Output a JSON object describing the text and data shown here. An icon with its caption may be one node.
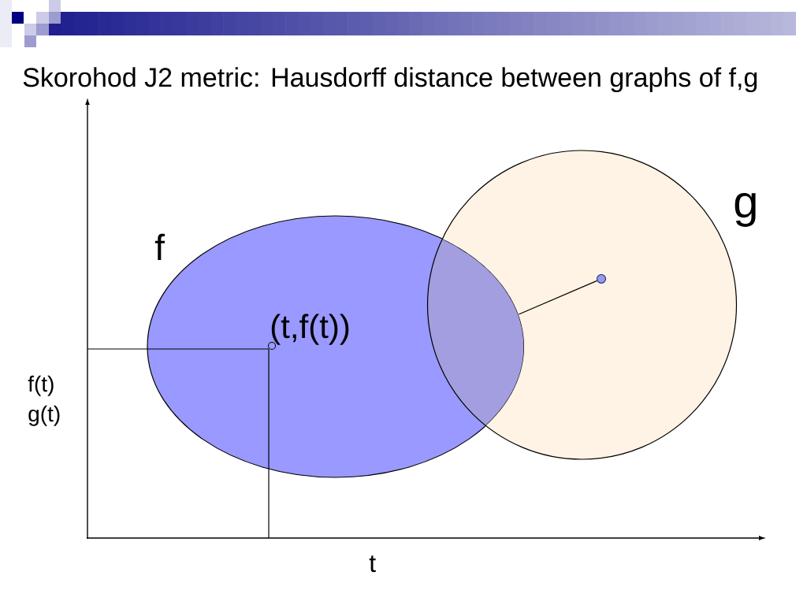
{
  "diagram": {
    "title": "Skorohod J2 metric: Hausdorff distance between graphs of f,g",
    "nodes": [
      {
        "text": [],
        "shape": "ellipse",
        "beside": [
          "f"
        ]
      },
      {
        "text": [],
        "shape": "circle",
        "beside": [
          "g"
        ]
      },
      {
        "text": [],
        "shape": "circle",
        "beside": [
          "(t,f(t))"
        ],
        "in": 0
      },
      {
        "text": [],
        "shape": "circle",
        "in": 1
      }
    ],
    "edges": [
      {
        "from": 0,
        "to": 3,
        "arrow": "none"
      }
    ],
    "labels": [
      "f(t)",
      "g(t)",
      "t"
    ]
  }
}
